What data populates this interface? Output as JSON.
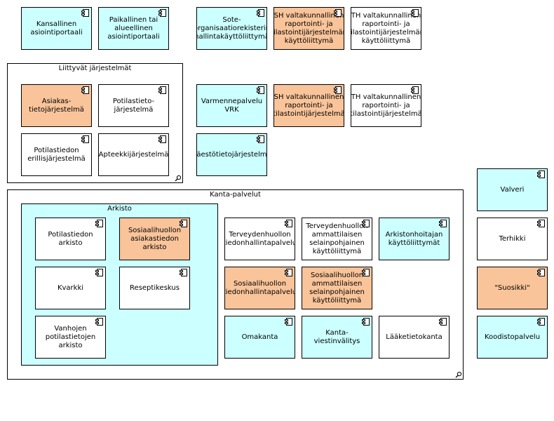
{
  "groups": {
    "liittyvat": "Liittyvät järjestelmät",
    "kanta": "Kanta-palvelut",
    "arkisto": "Arkisto"
  },
  "components": {
    "kansallinen": "Kansallinen asiointiportaali",
    "paikallinen": "Paikallinen tai alueellinen asiointiportaali",
    "sote_org": "Sote-organisaatiorekisterin hallintakäyttöliittymä",
    "sh_kl": "SH valtakunnallinen raportointi- ja tilastointijärjestelmän käyttöliittymä",
    "th_kl": "TH valtakunnallinen raportointi- ja tilastointijärjestelmän käyttöliittymä",
    "asiakastieto": "Asiakas-\ntietojärjestelmä",
    "potilastieto_jarj": "Potilastieto-\njärjestelmä",
    "potilastiedon_erill": "Potilastiedon erillisjärjestelmä",
    "apteekki": "Apteekkijärjestelmä",
    "varmenne": "Varmennepalvelu VRK",
    "sh_jarj": "SH valtakunnallinen raportointi- ja tilastointijärjestelmä",
    "th_jarj": "TH valtakunnallinen raportointi- ja tilastointijärjestelmä",
    "vaesto": "Väestötietojärjestelmä",
    "valveri": "Valveri",
    "terhikki": "Terhikki",
    "suosikki": "\"Suosikki\"",
    "koodisto": "Koodistopalvelu",
    "potilastiedon_arkisto": "Potilastiedon arkisto",
    "sosiaali_arkisto": "Sosiaalihuollon asiakastiedon arkisto",
    "kvarkki": "Kvarkki",
    "resepti": "Reseptikeskus",
    "vanhojen": "Vanhojen potilastietojen arkisto",
    "th_tiedonhallinta": "Terveydenhuollon tiedonhallintapalvelu",
    "th_ammatt": "Terveydenhuollon ammattilaisen selainpohjainen käyttöliittymä",
    "arkistonhoitaja": "Arkistonhoitajan käyttöliittymät",
    "sh_tiedonhallinta": "Sosiaalihuollon tiedonhallintapalvelu",
    "sh_ammatt": "Sosiaalihuollon ammattilaisen selainpohjainen käyttöliittymä",
    "omakanta": "Omakanta",
    "viestinvalitys": "Kanta-viestinvälitys",
    "laaketieto": "Lääketietokanta"
  },
  "colors": {
    "cyan": "#ccffff",
    "orange": "#f9c49a",
    "white": "#ffffff"
  },
  "icons": {
    "component": "uml-component-icon",
    "magnifier": "magnifier-icon"
  }
}
